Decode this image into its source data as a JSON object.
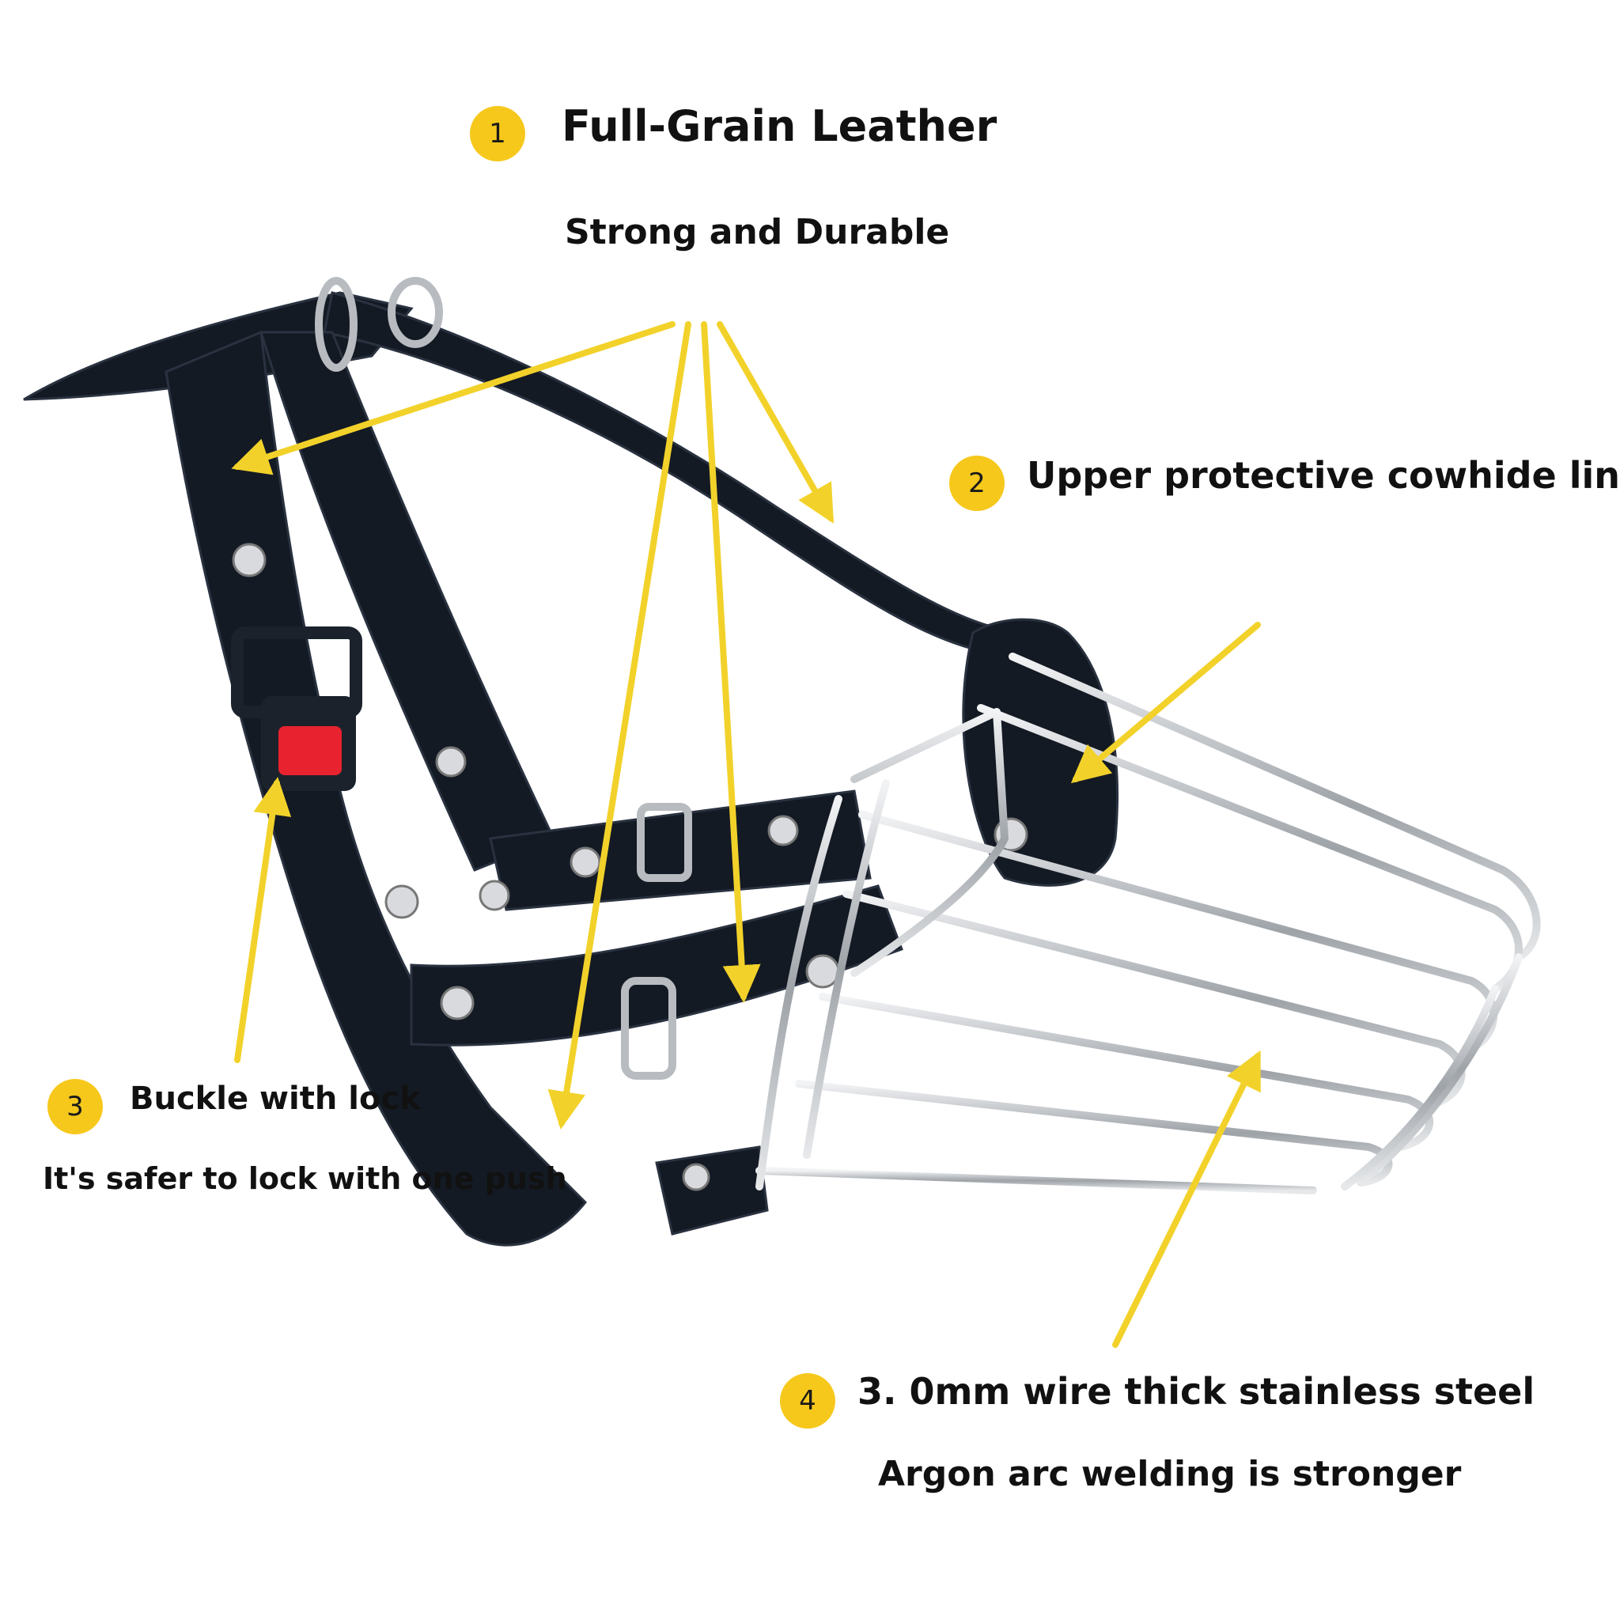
{
  "callouts": [
    {
      "number": "1",
      "title": "Full-Grain Leather",
      "subtitle": "Strong and Durable"
    },
    {
      "number": "2",
      "title": "Upper protective cowhide liner"
    },
    {
      "number": "3",
      "title": "Buckle with lock",
      "subtitle": "It's safer to lock with one push"
    },
    {
      "number": "4",
      "title": "3. 0mm wire thick stainless steel",
      "subtitle": "Argon arc welding is stronger"
    }
  ],
  "colors": {
    "badge": "#f6c81c",
    "arrow": "#f2d22a",
    "leather": "#141a24",
    "steel": "#c9ccd0",
    "release_button": "#e8232f"
  }
}
